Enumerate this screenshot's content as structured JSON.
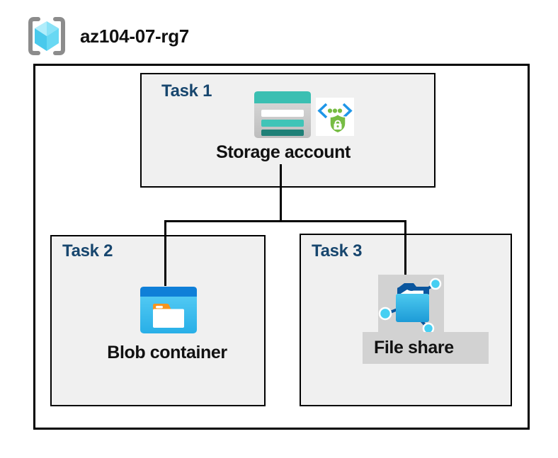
{
  "header": {
    "title": "az104-07-rg7",
    "icon": "resource-group-icon"
  },
  "tasks": [
    {
      "label": "Task 1",
      "item": "Storage account",
      "icons": [
        "storage-account-icon",
        "secure-access-badge-icon"
      ]
    },
    {
      "label": "Task 2",
      "item": "Blob container",
      "icons": [
        "blob-container-icon"
      ]
    },
    {
      "label": "Task 3",
      "item": "File share",
      "icons": [
        "file-share-icon"
      ]
    }
  ],
  "connections": [
    {
      "from": "Storage account",
      "to": "Blob container"
    },
    {
      "from": "Storage account",
      "to": "File share"
    }
  ],
  "colors": {
    "task_label": "#17466e",
    "box_fill": "#f0f0f0",
    "box_border": "#000000",
    "connector": "#000000",
    "storage_teal": "#3bbfb2",
    "storage_teal_dark": "#1f8077",
    "blob_blue": "#0f7fd8",
    "blob_cyan": "#3ec6f0",
    "folder_tab_orange": "#f7941e",
    "badge_green": "#76bc43",
    "badge_blue": "#1e96e8",
    "fileshare_navy": "#0a569e",
    "gray_band": "#d2d2d2",
    "bracket_gray": "#8c8c8c"
  }
}
